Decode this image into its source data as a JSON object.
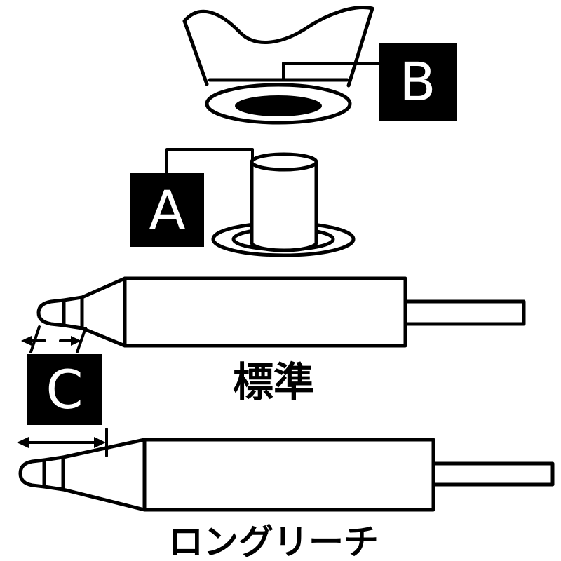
{
  "figure": {
    "callouts": {
      "a": "A",
      "b": "B",
      "c": "C"
    },
    "captions": {
      "standard": "標準",
      "long_reach": "ロングリーチ"
    },
    "colors": {
      "ink": "#000000",
      "background": "#ffffff",
      "callout_bg": "#000000",
      "callout_text": "#ffffff"
    }
  }
}
